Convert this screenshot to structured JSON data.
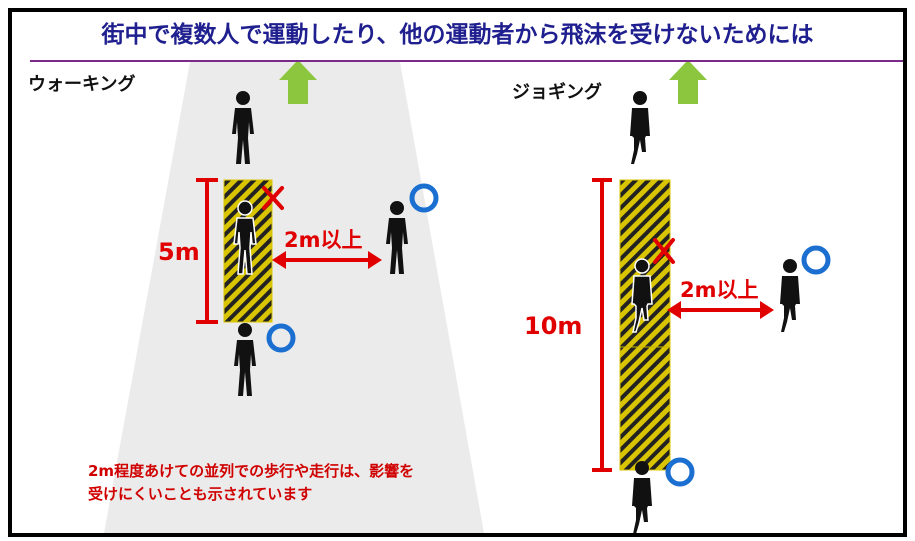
{
  "title": "街中で複数人で運動したり、他の運動者から飛沫を受けないためには",
  "walking": {
    "label": "ウォーキング",
    "length_label": "5m",
    "side_distance_label": "2m以上"
  },
  "jogging": {
    "label": "ジョギング",
    "length_label": "10m",
    "side_distance_label": "2m以上"
  },
  "note": {
    "line1": "2m程度あけての並列での歩行や走行は、影響を",
    "line2": "受けにくいことも示されています"
  },
  "colors": {
    "title": "#1f1f8f",
    "measure_red": "#e00000",
    "ok_circle": "#1a6fd1",
    "ng_cross": "#e00000",
    "arrow_green": "#8cc63f",
    "hatch_yellow": "#d8c400",
    "road_gray": "#ebebeb"
  }
}
